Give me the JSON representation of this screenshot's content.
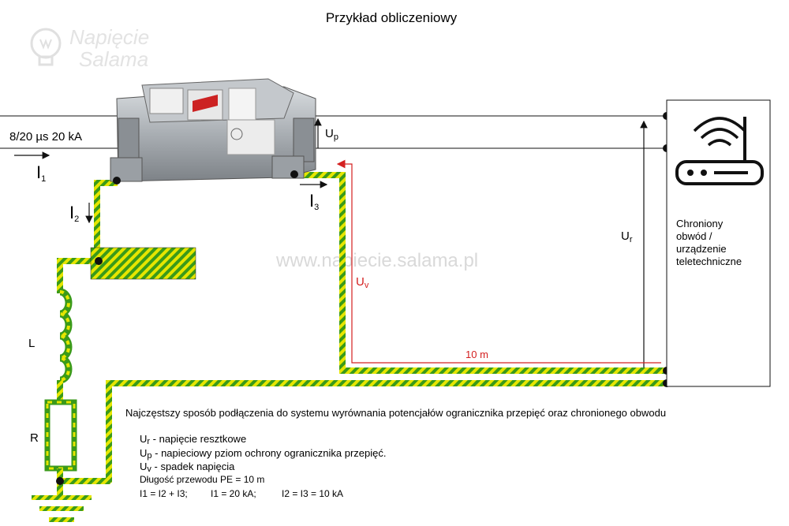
{
  "title": "Przykład obliczeniowy",
  "logo": {
    "line1": "Napięcie",
    "line2": "Salama"
  },
  "watermark": "www.napiecie.salama.pl",
  "device_label": "Chroniony\nobwód /\nurządzenie\nteletechniczne",
  "surge_label": "8/20 µs 20 kA",
  "symbols": {
    "i_letter": "I",
    "i1_sub": "1",
    "i2_sub": "2",
    "i3_sub": "3",
    "u_letter": "U",
    "up_sub": "p",
    "ur_sub": "r",
    "uv_sub": "v",
    "L": "L",
    "R": "R"
  },
  "distance_label": "10 m",
  "caption": "Najczęstszy sposób podłączenia do systemu wyrównania potencjałów ogranicznika przepięć oraz chronionego obwodu",
  "legend": [
    {
      "sym": "U",
      "sub": "r",
      "text": " - napięcie resztkowe"
    },
    {
      "sym": "U",
      "sub": "p",
      "text": " - napieciowy pziom ochrony ogranicznika przepięć."
    },
    {
      "sym": "U",
      "sub": "v",
      "text": " - spadek napięcia"
    }
  ],
  "pe_length": "Długość przewodu PE = 10 m",
  "formula": {
    "f1": "I1 = I2 + I3;",
    "f2": "I1 = 20 kA;",
    "f3": "I2 = I3 = 10 kA"
  },
  "colors": {
    "pe_yellow": "#e6e600",
    "pe_green": "#3a9a1a",
    "red_arrow": "#d42020"
  }
}
